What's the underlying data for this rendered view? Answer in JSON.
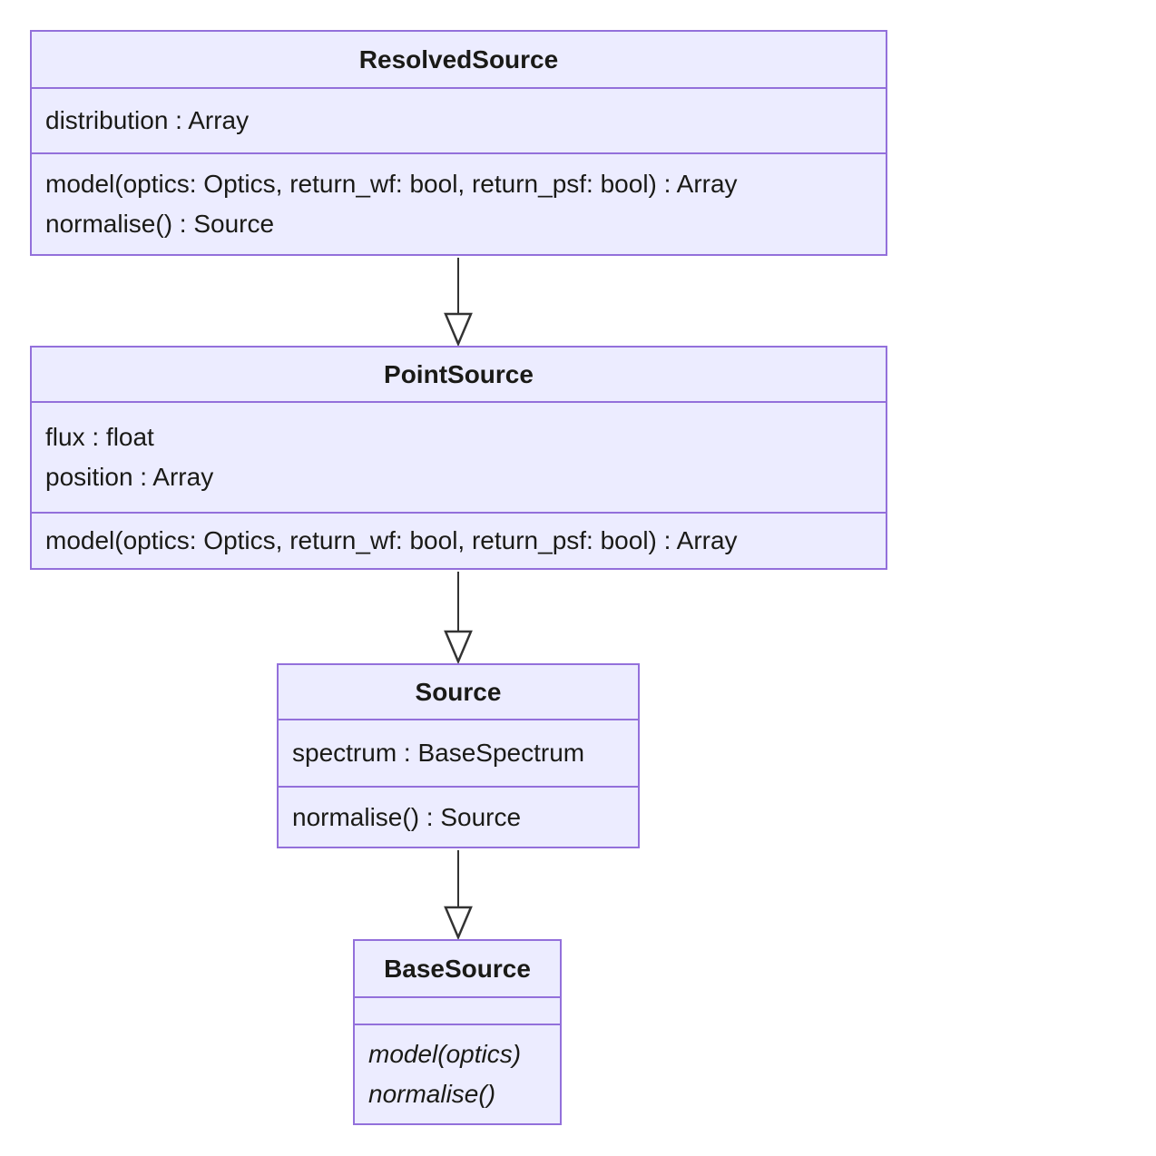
{
  "diagram": {
    "type": "uml-class-diagram",
    "classes": [
      {
        "name": "ResolvedSource",
        "attributes": [
          "distribution : Array"
        ],
        "methods": [
          "model(optics: Optics, return_wf: bool, return_psf: bool) : Array",
          "normalise() : Source"
        ]
      },
      {
        "name": "PointSource",
        "attributes": [
          "flux : float",
          "position : Array"
        ],
        "methods": [
          "model(optics: Optics, return_wf: bool, return_psf: bool) : Array"
        ]
      },
      {
        "name": "Source",
        "attributes": [
          "spectrum : BaseSpectrum"
        ],
        "methods": [
          "normalise() : Source"
        ]
      },
      {
        "name": "BaseSource",
        "attributes": [],
        "methods": [
          "model(optics)",
          "normalise()"
        ],
        "methods_style": "italic-abstract"
      }
    ],
    "relations": [
      {
        "from": "ResolvedSource",
        "to": "PointSource",
        "type": "inheritance"
      },
      {
        "from": "PointSource",
        "to": "Source",
        "type": "inheritance"
      },
      {
        "from": "Source",
        "to": "BaseSource",
        "type": "inheritance"
      }
    ],
    "colors": {
      "node_fill": "#ECECFF",
      "node_border": "#9370DB",
      "edge_line": "#333333",
      "arrowhead_fill": "#ffffff",
      "text": "#1a1a17",
      "background": "#ffffff"
    }
  }
}
